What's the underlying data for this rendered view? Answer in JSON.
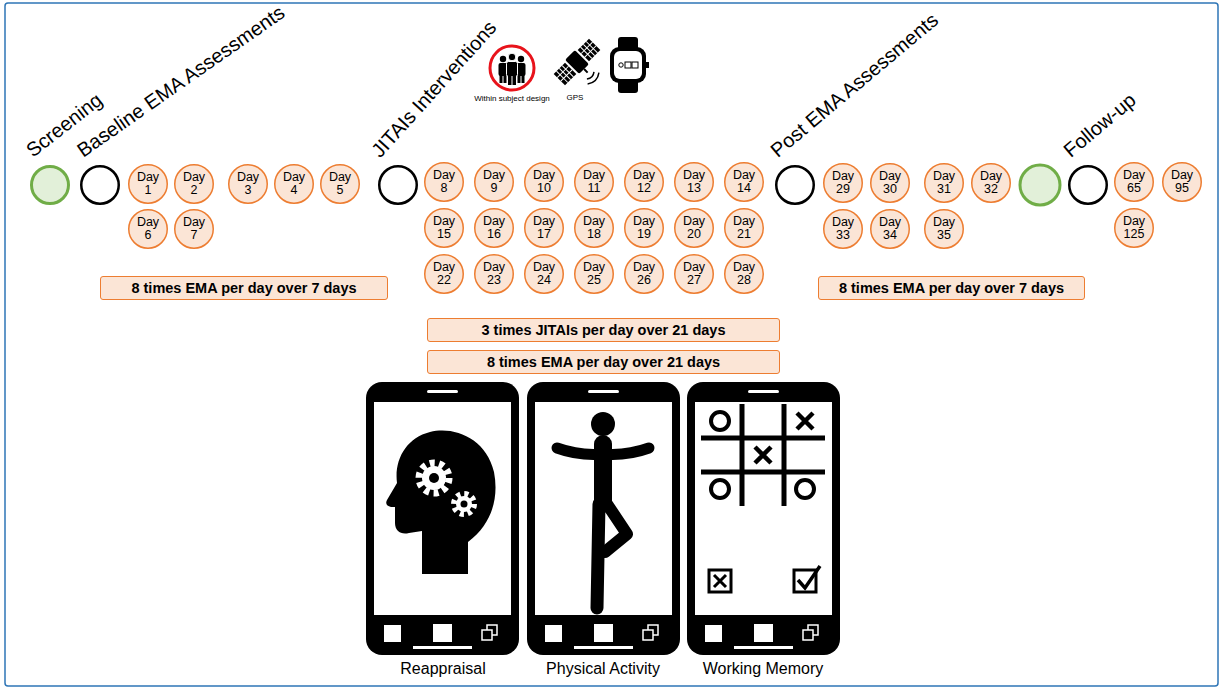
{
  "diagram": {
    "nodes": [
      {
        "text": [
          "Screening"
        ]
      },
      {
        "text": [
          "Baseline EMA Assessments"
        ]
      },
      {
        "text": [
          "Day 1"
        ]
      },
      {
        "text": [
          "Day 2"
        ]
      },
      {
        "text": [
          "Day 3"
        ]
      },
      {
        "text": [
          "Day 4"
        ]
      },
      {
        "text": [
          "Day 5"
        ]
      },
      {
        "text": [
          "Day 6"
        ]
      },
      {
        "text": [
          "Day 7"
        ]
      },
      {
        "text": [
          "JITAIs Interventions"
        ]
      },
      {
        "text": [
          "Day 8"
        ]
      },
      {
        "text": [
          "Day 9"
        ]
      },
      {
        "text": [
          "Day 10"
        ]
      },
      {
        "text": [
          "Day 11"
        ]
      },
      {
        "text": [
          "Day 12"
        ]
      },
      {
        "text": [
          "Day 13"
        ]
      },
      {
        "text": [
          "Day 14"
        ]
      },
      {
        "text": [
          "Day 15"
        ]
      },
      {
        "text": [
          "Day 16"
        ]
      },
      {
        "text": [
          "Day 17"
        ]
      },
      {
        "text": [
          "Day 18"
        ]
      },
      {
        "text": [
          "Day 19"
        ]
      },
      {
        "text": [
          "Day 20"
        ]
      },
      {
        "text": [
          "Day 21"
        ]
      },
      {
        "text": [
          "Day 22"
        ]
      },
      {
        "text": [
          "Day 23"
        ]
      },
      {
        "text": [
          "Day 24"
        ]
      },
      {
        "text": [
          "Day 25"
        ]
      },
      {
        "text": [
          "Day 26"
        ]
      },
      {
        "text": [
          "Day 27"
        ]
      },
      {
        "text": [
          "Day 28"
        ]
      },
      {
        "text": [
          "Post EMA Assessments"
        ]
      },
      {
        "text": [
          "Day 29"
        ]
      },
      {
        "text": [
          "Day 30"
        ]
      },
      {
        "text": [
          "Day 31"
        ]
      },
      {
        "text": [
          "Day 32"
        ]
      },
      {
        "text": [
          "Day 33"
        ]
      },
      {
        "text": [
          "Day 34"
        ]
      },
      {
        "text": [
          "Day 35"
        ]
      },
      {
        "text": [
          "Follow-up"
        ]
      },
      {
        "text": [
          "Day 65"
        ]
      },
      {
        "text": [
          "Day 95"
        ]
      },
      {
        "text": [
          "Day 125"
        ]
      },
      {
        "text": [
          "8 times EMA per day over 7 days"
        ]
      },
      {
        "text": [
          "3 times JITAIs per day over 21 days"
        ]
      },
      {
        "text": [
          "8 times EMA per day over 21 days"
        ]
      },
      {
        "text": [
          "8 times EMA per day over 7 days"
        ]
      }
    ],
    "labels": [
      "Within subject design",
      "GPS",
      "Reappraisal",
      "Physical Activity",
      "Working Memory"
    ]
  }
}
